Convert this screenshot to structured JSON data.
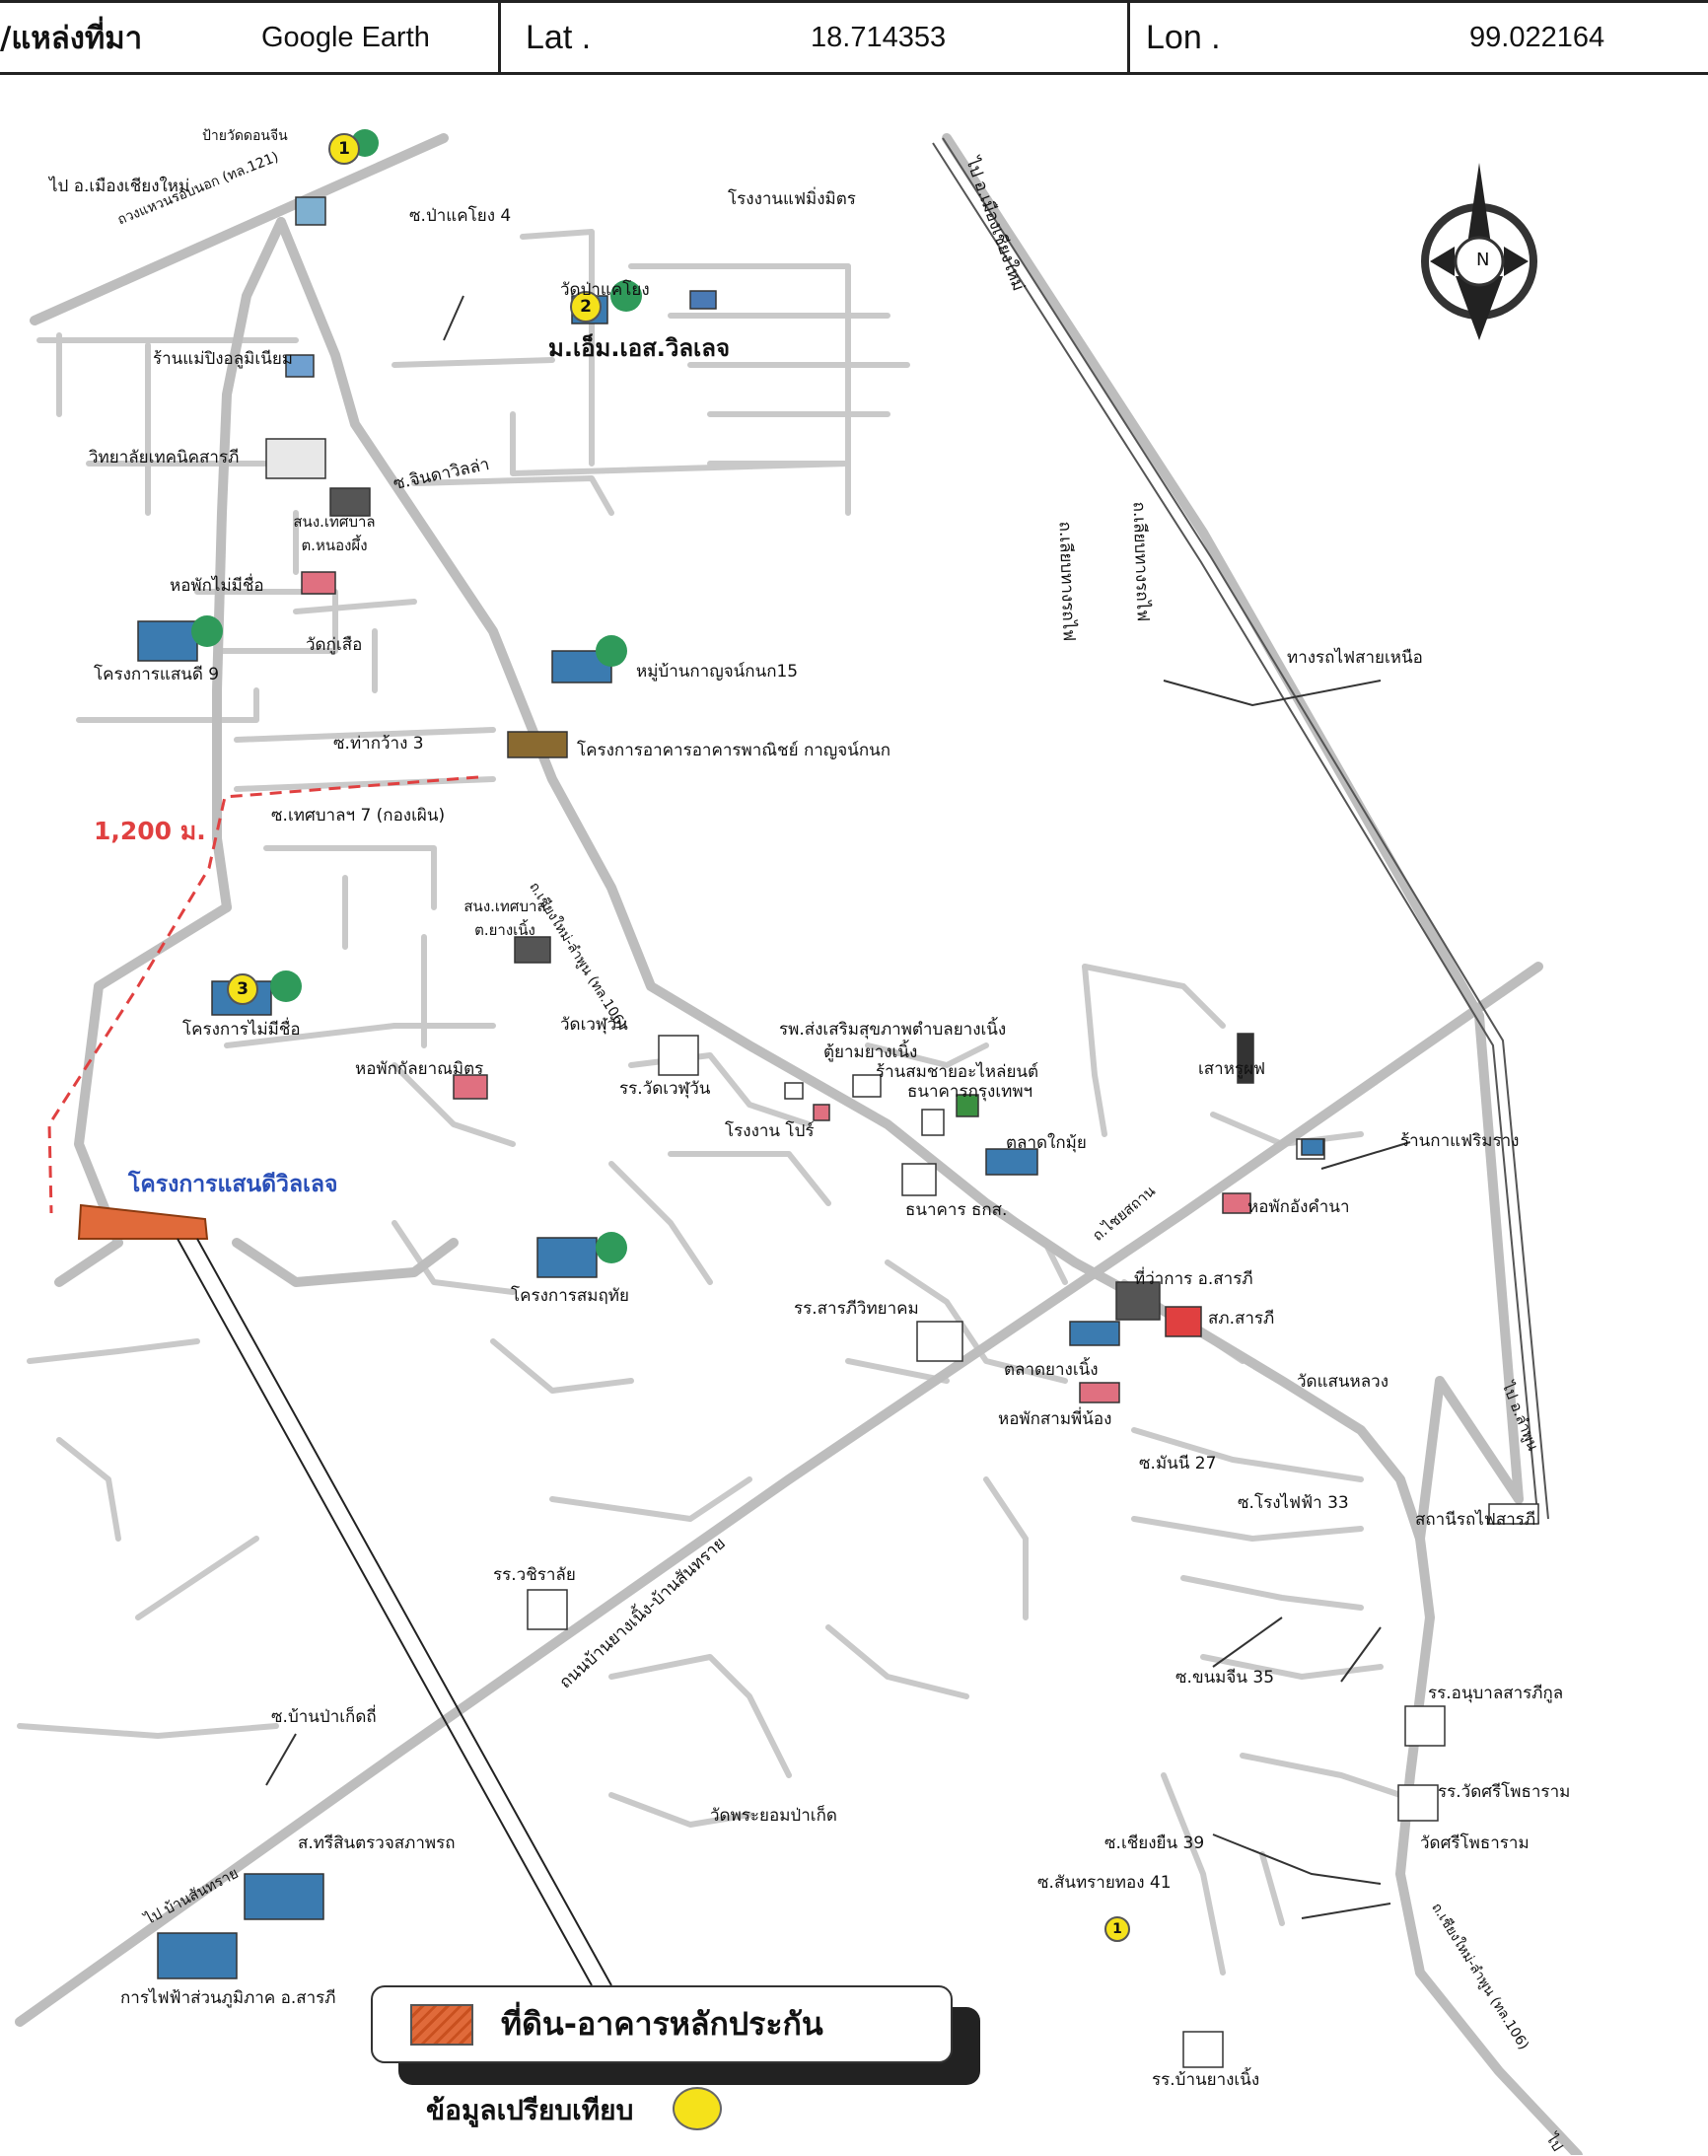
{
  "header": {
    "source_label": "/แหล่งที่มา",
    "source_value": "Google Earth",
    "lat_label": "Lat .",
    "lat_value": "18.714353",
    "lon_label": "Lon .",
    "lon_value": "99.022164"
  },
  "compass": {
    "letter": "N"
  },
  "markers": [
    "1",
    "2",
    "3",
    "1"
  ],
  "labels": {
    "to_mueang_chiangmai": "ไป อ.เมืองเชียงใหม่",
    "pai_wat_donjin": "ป้ายวัดดอนจีน",
    "ring_road": "ถวงแหวนรอบนอก (ทล.121)",
    "soi_pakhaeng4": "ซ.ป่าแคโยง 4",
    "mms_village": "ม.เอ็ม.เอส.วิลเลจ",
    "wat_pakhaeng": "วัดป่าแคโยง",
    "factory_top": "โรงงานแฟมิ่งมิตร",
    "aluminium_shop": "ร้านแม่ปิงอลูมิเนียม",
    "tech_college": "วิทยาลัยเทคนิคสารภี",
    "soi_jindawilla": "ซ.จินดาวิลล่า",
    "sanong_nongphueng": "สนง.เทศบาล ต.หนองผึ้ง",
    "dorm_noname": "หอพักไม่มีชื่อ",
    "saendee9": "โครงการแสนดี 9",
    "wat_kusua": "วัดกู่เสือ",
    "kanjanakanok15": "หมู่บ้านกาญจน์กนก15",
    "soi_thakwang3": "ซ.ท่ากว้าง 3",
    "commercial_project": "โครงการอาคารอาคารพาณิชย์ กาญจน์กนก",
    "distance": "1,200 ม.",
    "soi_tessaban7": "ซ.เทศบาลฯ 7 (กองเผิน)",
    "chiangmai_lamphun_road": "ถ.เชียงใหม่-ลำพูน (ทล.106)",
    "sanong_yangnueng": "สนง.เทศบาล ต.ยางเนิ้ง",
    "project_noname": "โครงการไม่มีชื่อ",
    "wat_wehuwan": "วัดเวฬุวัน",
    "dorm_kanyamit": "หอพักกัลยาณมิตร",
    "school_wehuwan": "รร.วัดเวฬุวัน",
    "hospital": "รพ.ส่งเสริมสุขภาพตำบลยางเนิ้ง",
    "atm_yangnueng": "ตู้ยามยางเนิ้ง",
    "motor_shop": "ร้านสมชายอะไหล่ยนต์",
    "bangkok_bank": "ธนาคารกรุงเทพฯ",
    "factory_mid": "โรงงาน โปร์",
    "market_mai": "ตลาดใกมุ้ย",
    "baac_bank": "ธนาคาร ธกส.",
    "saendee_village_project": "โครงการแสนดีวิลเลจ",
    "tower": "เสาหรูผฟ",
    "railway_north": "ทางรถไฟสายเหนือ",
    "rail_road_west": "ถ.เลียบทางรถไฟ",
    "rail_road_east": "ถ.เลียบทางรถไฟ",
    "to_mueang_top": "ไป อ.เมืองเชียงใหม่",
    "cafe_shop": "ร้านกาแฟริมราง",
    "dorm_angkham": "หอพักอังคำนา",
    "soi_chaisathan": "ถ.ไชยสถาน",
    "district_office": "ที่ว่าการ อ.สารภี",
    "police": "สภ.สารภี",
    "project_somruthai": "โครงการสมฤทัย",
    "school_saraphi": "รร.สารภีวิทยาคม",
    "market_yangnueng": "ตลาดยางเนิ้ง",
    "dorm_sampinong": "หอพักสามพี่น้อง",
    "wat_saenluang": "วัดแสนหลวง",
    "soi_mani27": "ซ.มันนี 27",
    "to_lamphun": "ไป อ.ลำพูน",
    "soi_rongfaifa33": "ซ.โรงไฟฟ้า 33",
    "saraphi_station": "สถานีรถไฟสารภี",
    "school_wichalai": "รร.วชิราลัย",
    "yangnueng_road": "ถนนบ้านยางเนิ้ง-บ้านสันทราย",
    "soi_khanomjin35": "ซ.ขนมจีน 35",
    "school_anuban": "รร.อนุบาลสารภีกูล",
    "soi_banpakerd": "ซ.บ้านป่าเก็ดถี่",
    "wat_praebonpakerd": "วัดพระยอมป่าเก็ด",
    "school_watsri": "รร.วัดศรีโพธาราม",
    "wat_sri": "วัดศรีโพธาราม",
    "soi_chiangyuen39": "ซ.เชียงยืน 39",
    "soi_santhong41": "ซ.สันทรายทอง 41",
    "to_bansansai": "ไป บ้านสันทราย",
    "inspection_office": "ส.ทรีสินตรวจสภาพรถ",
    "pea_office": "การไฟฟ้าส่วนภูมิภาค อ.สารภี",
    "chiangmai_lamphun_bottom": "ถ.เชียงใหม่-ลำพูน (ทล.106)",
    "school_banyangnueng": "รร.บ้านยางเนิ้ง",
    "to_bottom": "ไป"
  },
  "legend": {
    "collateral_label": "ที่ดิน-อาคารหลักประกัน",
    "comparison_label": "ข้อมูลเปรียบเทียบ"
  },
  "colors": {
    "road": "#c6c6c6",
    "major_road": "#bdbdbd",
    "collateral": "#e06a3a",
    "marker": "#f5e21a",
    "distance": "#e04040",
    "project": "#2a4fb8"
  }
}
